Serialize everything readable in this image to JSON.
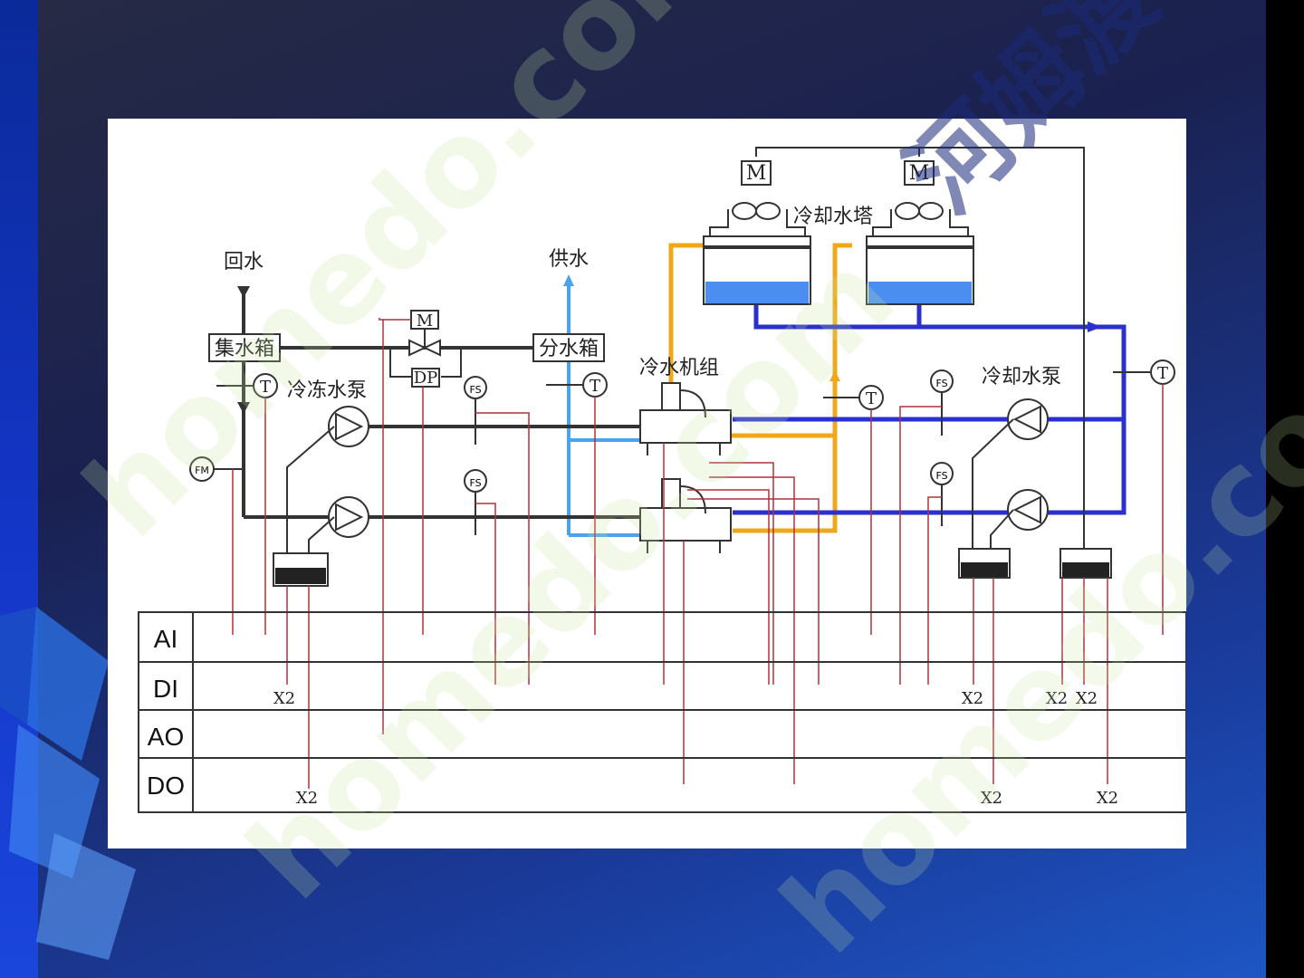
{
  "diagram": {
    "labels": {
      "return_water": "回水",
      "supply_water": "供水",
      "collector_tank": "集水箱",
      "distributor_tank": "分水箱",
      "chilled_pump": "冷冻水泵",
      "chiller_unit": "冷水机组",
      "cooling_tower": "冷却水塔",
      "cooling_pump": "冷却水泵"
    },
    "symbols": {
      "motor": "M",
      "diff_pressure": "DP",
      "flow_switch": "FS",
      "temperature": "T",
      "flow_meter": "FM"
    },
    "io_rows": [
      "AI",
      "DI",
      "AO",
      "DO"
    ],
    "x2_label": "X2",
    "colors": {
      "supply_line": "#4aa3ee",
      "chilled_loop": "#2a2fd0",
      "cooling_loop": "#f0a818",
      "signal_line": "#b0303a",
      "pipe": "#333333"
    }
  },
  "watermark": {
    "text": "homedo.com",
    "cn_text": "河姆渡"
  }
}
